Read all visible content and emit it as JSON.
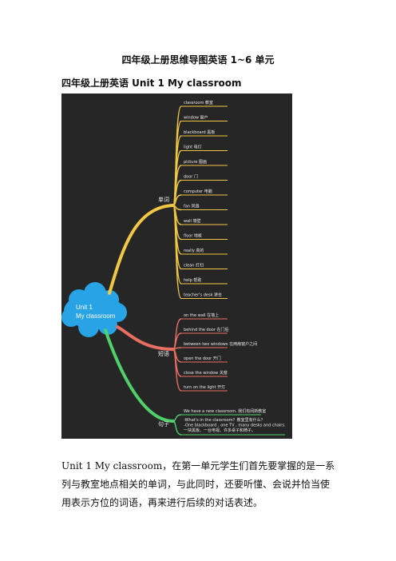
{
  "doc_title": "四年级上册思维导图英语 1~6 单元",
  "subtitle": "四年级上册英语 Unit 1 My classroom",
  "mindmap": {
    "root_line1": "Unit 1",
    "root_line2": "My classroom",
    "colors": {
      "words": "#f2c744",
      "phrases": "#e86f62",
      "sentences": "#4fd06a",
      "cloud": "#27a3e6",
      "bg": "#262626"
    },
    "branches": {
      "words": {
        "label": "单词",
        "items": [
          "classroom 教室",
          "window 窗户",
          "blackboard 黑板",
          "light 电灯",
          "picture 图画",
          "door 门",
          "computer 电脑",
          "fan 风扇",
          "wall 墙壁",
          "floor 地板",
          "really 真的",
          "clean 打扫",
          "help 帮助",
          "teacher's desk 讲台"
        ]
      },
      "phrases": {
        "label": "短语",
        "items": [
          "on the wall 在墙上",
          "behind the door 在门后",
          "between two windows 在两扇窗户之间",
          "open the door 开门",
          "close the window 关窗",
          "turn on the light 开灯"
        ]
      },
      "sentences": {
        "label": "句子",
        "items": [
          "We have a new classroom. 我们有间新教室",
          "-What's in the classroom？教室里有什么？",
          "-One blackboard , one TV , many desks and chairs.",
          "一块黑板、一台电视、许多桌子和椅子。"
        ]
      }
    }
  },
  "paragraph": "Unit 1 My classroom，在第一单元学生们首先要掌握的是一系列与教室地点相关的单词，与此同时，还要听懂、会说并恰当使用表示方位的词语，再来进行后续的对话表述。"
}
